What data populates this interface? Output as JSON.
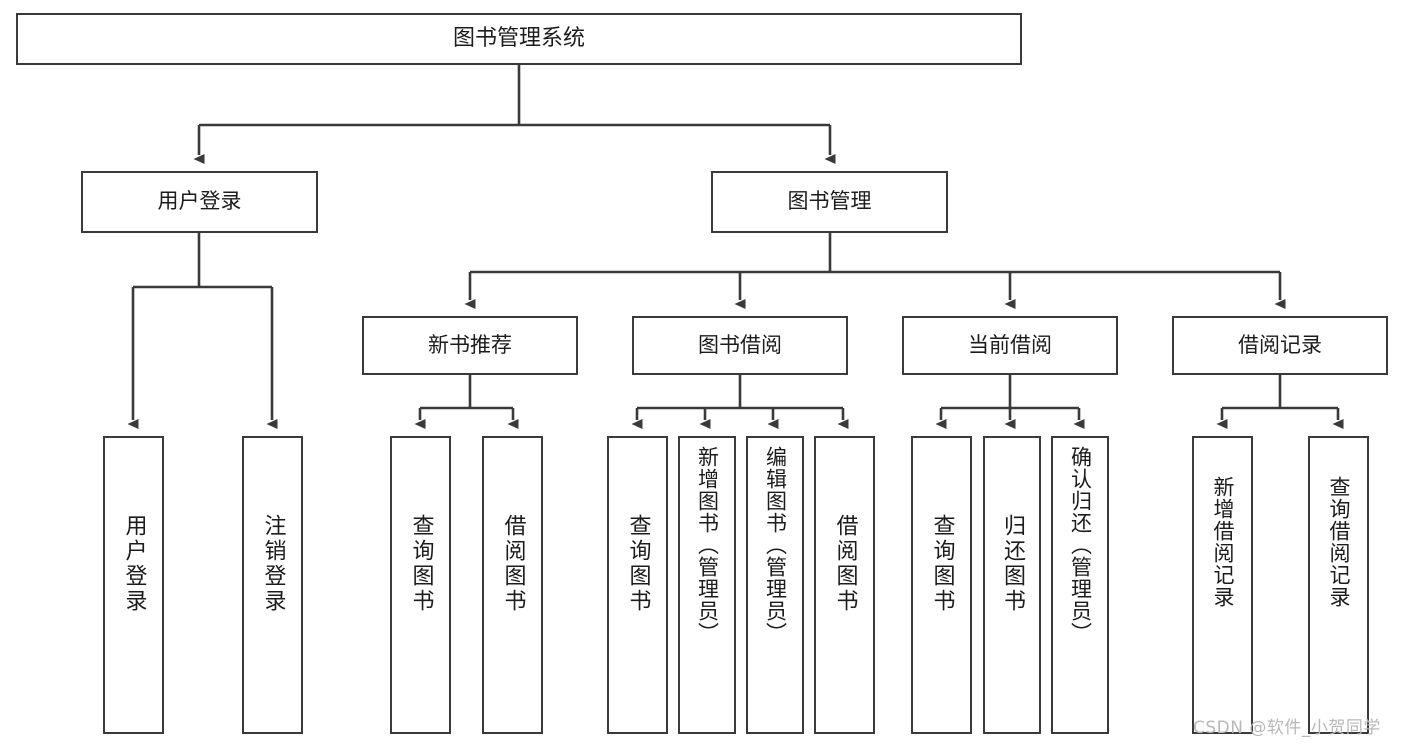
{
  "diagram": {
    "title": "图书管理系统",
    "type": "tree-hierarchy-chart",
    "root": {
      "label": "图书管理系统"
    },
    "level2": [
      {
        "label": "用户登录"
      },
      {
        "label": "图书管理"
      }
    ],
    "level3": [
      {
        "label": "新书推荐"
      },
      {
        "label": "图书借阅"
      },
      {
        "label": "当前借阅"
      },
      {
        "label": "借阅记录"
      }
    ],
    "leaves": {
      "user_login": [
        {
          "label": "用户登录"
        },
        {
          "label": "注销登录"
        }
      ],
      "new_book_recommend": [
        {
          "label": "查询图书"
        },
        {
          "label": "借阅图书"
        }
      ],
      "book_borrow": [
        {
          "label": "查询图书"
        },
        {
          "label": "新增图书（管理员）"
        },
        {
          "label": "编辑图书（管理员）"
        },
        {
          "label": "借阅图书"
        }
      ],
      "current_borrow": [
        {
          "label": "查询图书"
        },
        {
          "label": "归还图书"
        },
        {
          "label": "确认归还（管理员）"
        }
      ],
      "borrow_record": [
        {
          "label": "新增借阅记录"
        },
        {
          "label": "查询借阅记录"
        }
      ]
    }
  },
  "watermark": {
    "text": "CSDN @软件_小贺同学"
  },
  "colors": {
    "node_border": "#3a3a3a",
    "node_fill": "#ffffff",
    "connector": "#3a3a3a",
    "text": "#1c1c1c",
    "watermark": "#b8b8b8",
    "background": "#ffffff"
  }
}
